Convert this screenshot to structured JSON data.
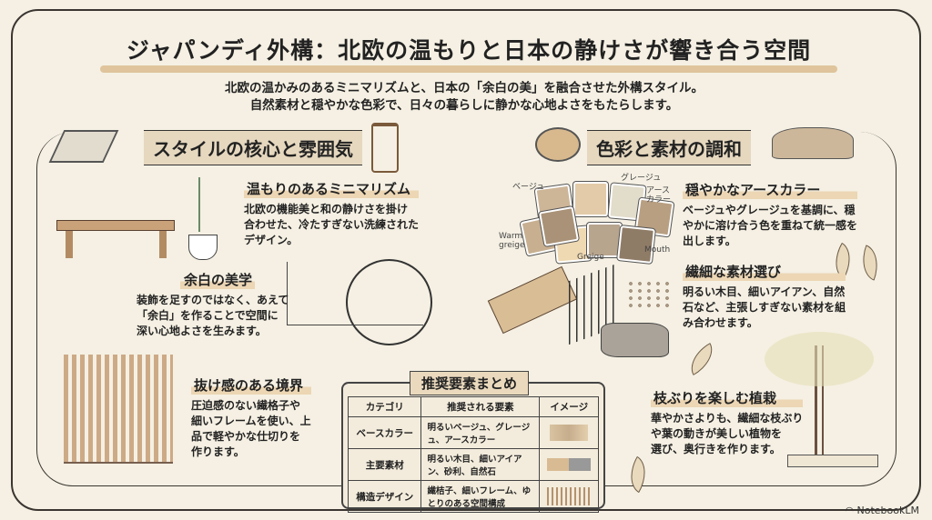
{
  "title": "ジャパンディ外構：北欧の温もりと日本の静けさが響き合う空間",
  "subtitle": [
    "北欧の温かみのあるミニマリズムと、日本の「余白の美」を融合させた外構スタイル。",
    "自然素材と穏やかな色彩で、日々の暮らしに静かな心地よさをもたらします。"
  ],
  "left_section": {
    "heading": "スタイルの核心と雰囲気",
    "items": [
      {
        "title": "温もりのあるミニマリズム",
        "body": [
          "北欧の機能美と和の静けさを掛け",
          "合わせた、冷たすぎない洗練された",
          "デザイン。"
        ]
      },
      {
        "title": "余白の美学",
        "body": [
          "装飾を足すのではなく、あえて",
          "「余白」を作ることで空間に",
          "深い心地よさを生みます。"
        ]
      },
      {
        "title": "抜け感のある境界",
        "body": [
          "圧迫感のない繊格子や",
          "細いフレームを使い、上",
          "品で軽やかな仕切りを",
          "作ります。"
        ]
      }
    ]
  },
  "right_section": {
    "heading": "色彩と素材の調和",
    "swatch_labels": [
      "ベージュ",
      "グレージュ",
      "アース\nカラー",
      "Warm\ngreige",
      "Greige",
      "Mouth"
    ],
    "swatch_colors": [
      "#cdb597",
      "#e3cba9",
      "#e2dccb",
      "#b89f82",
      "#c7af90",
      "#efd9b3",
      "#b8a58e",
      "#8f7c67",
      "#a99277"
    ],
    "items": [
      {
        "title": "穏やかなアースカラー",
        "body": [
          "ベージュやグレージュを基調に、穏",
          "やかに溶け合う色を重ねて統一感を",
          "出します。"
        ]
      },
      {
        "title": "繊細な素材選び",
        "body": [
          "明るい木目、細いアイアン、自然",
          "石など、主張しすぎない素材を組",
          "み合わせます。"
        ]
      },
      {
        "title": "枝ぶりを楽しむ植栽",
        "body": [
          "華やかさよりも、繊細な枝ぶり",
          "や葉の動きが美しい植物を",
          "選び、奥行きを作ります。"
        ]
      }
    ]
  },
  "summary": {
    "title": "推奨要素まとめ",
    "headers": [
      "カテゴリ",
      "推奨される要素",
      "イメージ"
    ],
    "rows": [
      {
        "category": "ベースカラー",
        "elements": "明るいベージュ、グレージュ、アースカラー"
      },
      {
        "category": "主要素材",
        "elements": "明るい木目、細いアイアン、砂利、自然石"
      },
      {
        "category": "構造デザイン",
        "elements": "繊桔子、細いフレーム、ゆとりのある空間構成"
      }
    ]
  },
  "watermark": "NotebookLM"
}
